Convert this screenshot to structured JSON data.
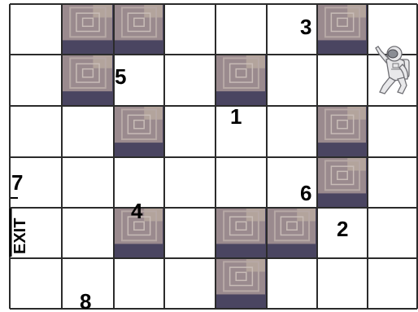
{
  "board": {
    "rows": 6,
    "cols": 8,
    "colors": {
      "background": "#ffffff",
      "grid": "#2b2b2b",
      "crate_top": "#9a8a8e",
      "crate_side": "#4a4561"
    },
    "crates": [
      {
        "row": 0,
        "col": 1
      },
      {
        "row": 0,
        "col": 2
      },
      {
        "row": 0,
        "col": 6
      },
      {
        "row": 1,
        "col": 1
      },
      {
        "row": 1,
        "col": 4
      },
      {
        "row": 2,
        "col": 2
      },
      {
        "row": 2,
        "col": 6
      },
      {
        "row": 3,
        "col": 6
      },
      {
        "row": 4,
        "col": 2
      },
      {
        "row": 4,
        "col": 4
      },
      {
        "row": 4,
        "col": 5
      },
      {
        "row": 5,
        "col": 4
      }
    ],
    "markers": [
      {
        "text": "1",
        "row": 2,
        "col": 4
      },
      {
        "text": "2",
        "row": 4,
        "col": 6
      },
      {
        "text": "3",
        "row": 0,
        "col": 5
      },
      {
        "text": "4",
        "row": 4,
        "col": 2
      },
      {
        "text": "5",
        "row": 1,
        "col": 2
      },
      {
        "text": "6",
        "row": 3,
        "col": 5
      },
      {
        "text": "7",
        "row": 3,
        "col": 0
      },
      {
        "text": "8",
        "row": 5,
        "col": 1
      }
    ],
    "exit": {
      "label": "EXIT",
      "row": 4,
      "col": 0
    },
    "player": {
      "icon": "astronaut-icon",
      "row": 1,
      "col": 7
    }
  }
}
